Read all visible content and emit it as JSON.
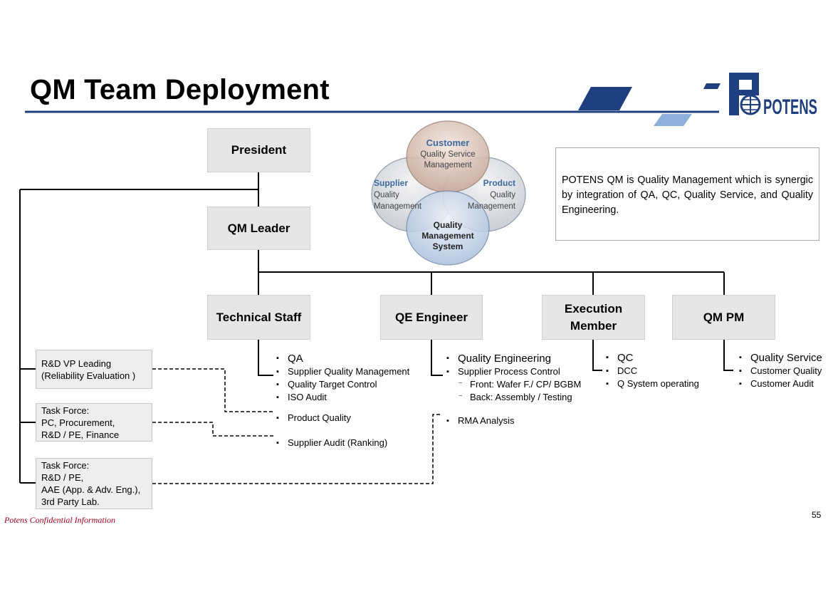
{
  "title": "QM Team Deployment",
  "logo": {
    "text": "POTENS"
  },
  "org": {
    "president": "President",
    "qm_leader": "QM Leader",
    "technical_staff": "Technical Staff",
    "qe_engineer": "QE Engineer",
    "execution_member": "Execution Member",
    "qm_pm": "QM PM"
  },
  "venn": {
    "customer": {
      "title": "Customer",
      "line1": "Quality Service",
      "line2": "Management"
    },
    "supplier": {
      "title": "Supplier",
      "line1": "Quality",
      "line2": "Management"
    },
    "product": {
      "title": "Product",
      "line1": "Quality",
      "line2": "Management"
    },
    "qms": {
      "line1": "Quality",
      "line2": "Management",
      "line3": "System"
    }
  },
  "description": "POTENS QM is Quality Management which is synergic by integration of QA, QC, Quality Service, and Quality Engineering.",
  "technical_staff_items": {
    "main": [
      "QA",
      "Supplier Quality Management",
      "Quality Target Control",
      "ISO Audit"
    ],
    "extra1": "Product Quality",
    "extra2": "Supplier Audit (Ranking)"
  },
  "qe_items": {
    "main": [
      "Quality Engineering",
      "Supplier Process Control"
    ],
    "sub": [
      "Front: Wafer F./ CP/ BGBM",
      "Back: Assembly / Testing"
    ],
    "extra": "RMA Analysis"
  },
  "execution_items": [
    "QC",
    "DCC",
    "Q System operating"
  ],
  "pm_items": [
    "Quality Service",
    "Customer Quality",
    "Customer Audit"
  ],
  "side_boxes": [
    {
      "line1": "R&D VP Leading",
      "line2": "(Reliability Evaluation )"
    },
    {
      "line1": "Task Force:",
      "line2": "PC, Procurement,",
      "line3": "R&D / PE, Finance"
    },
    {
      "line1": "Task Force:",
      "line2": "R&D / PE,",
      "line3": "AAE (App. & Adv. Eng.),",
      "line4": "3rd Party Lab."
    }
  ],
  "footer": "Potens Confidential Information",
  "page_number": "55",
  "colors": {
    "accent_dark": "#1f3f80",
    "accent_light": "#8fb0da",
    "box_fill": "#e6e6e6",
    "footer": "#a0001f"
  }
}
